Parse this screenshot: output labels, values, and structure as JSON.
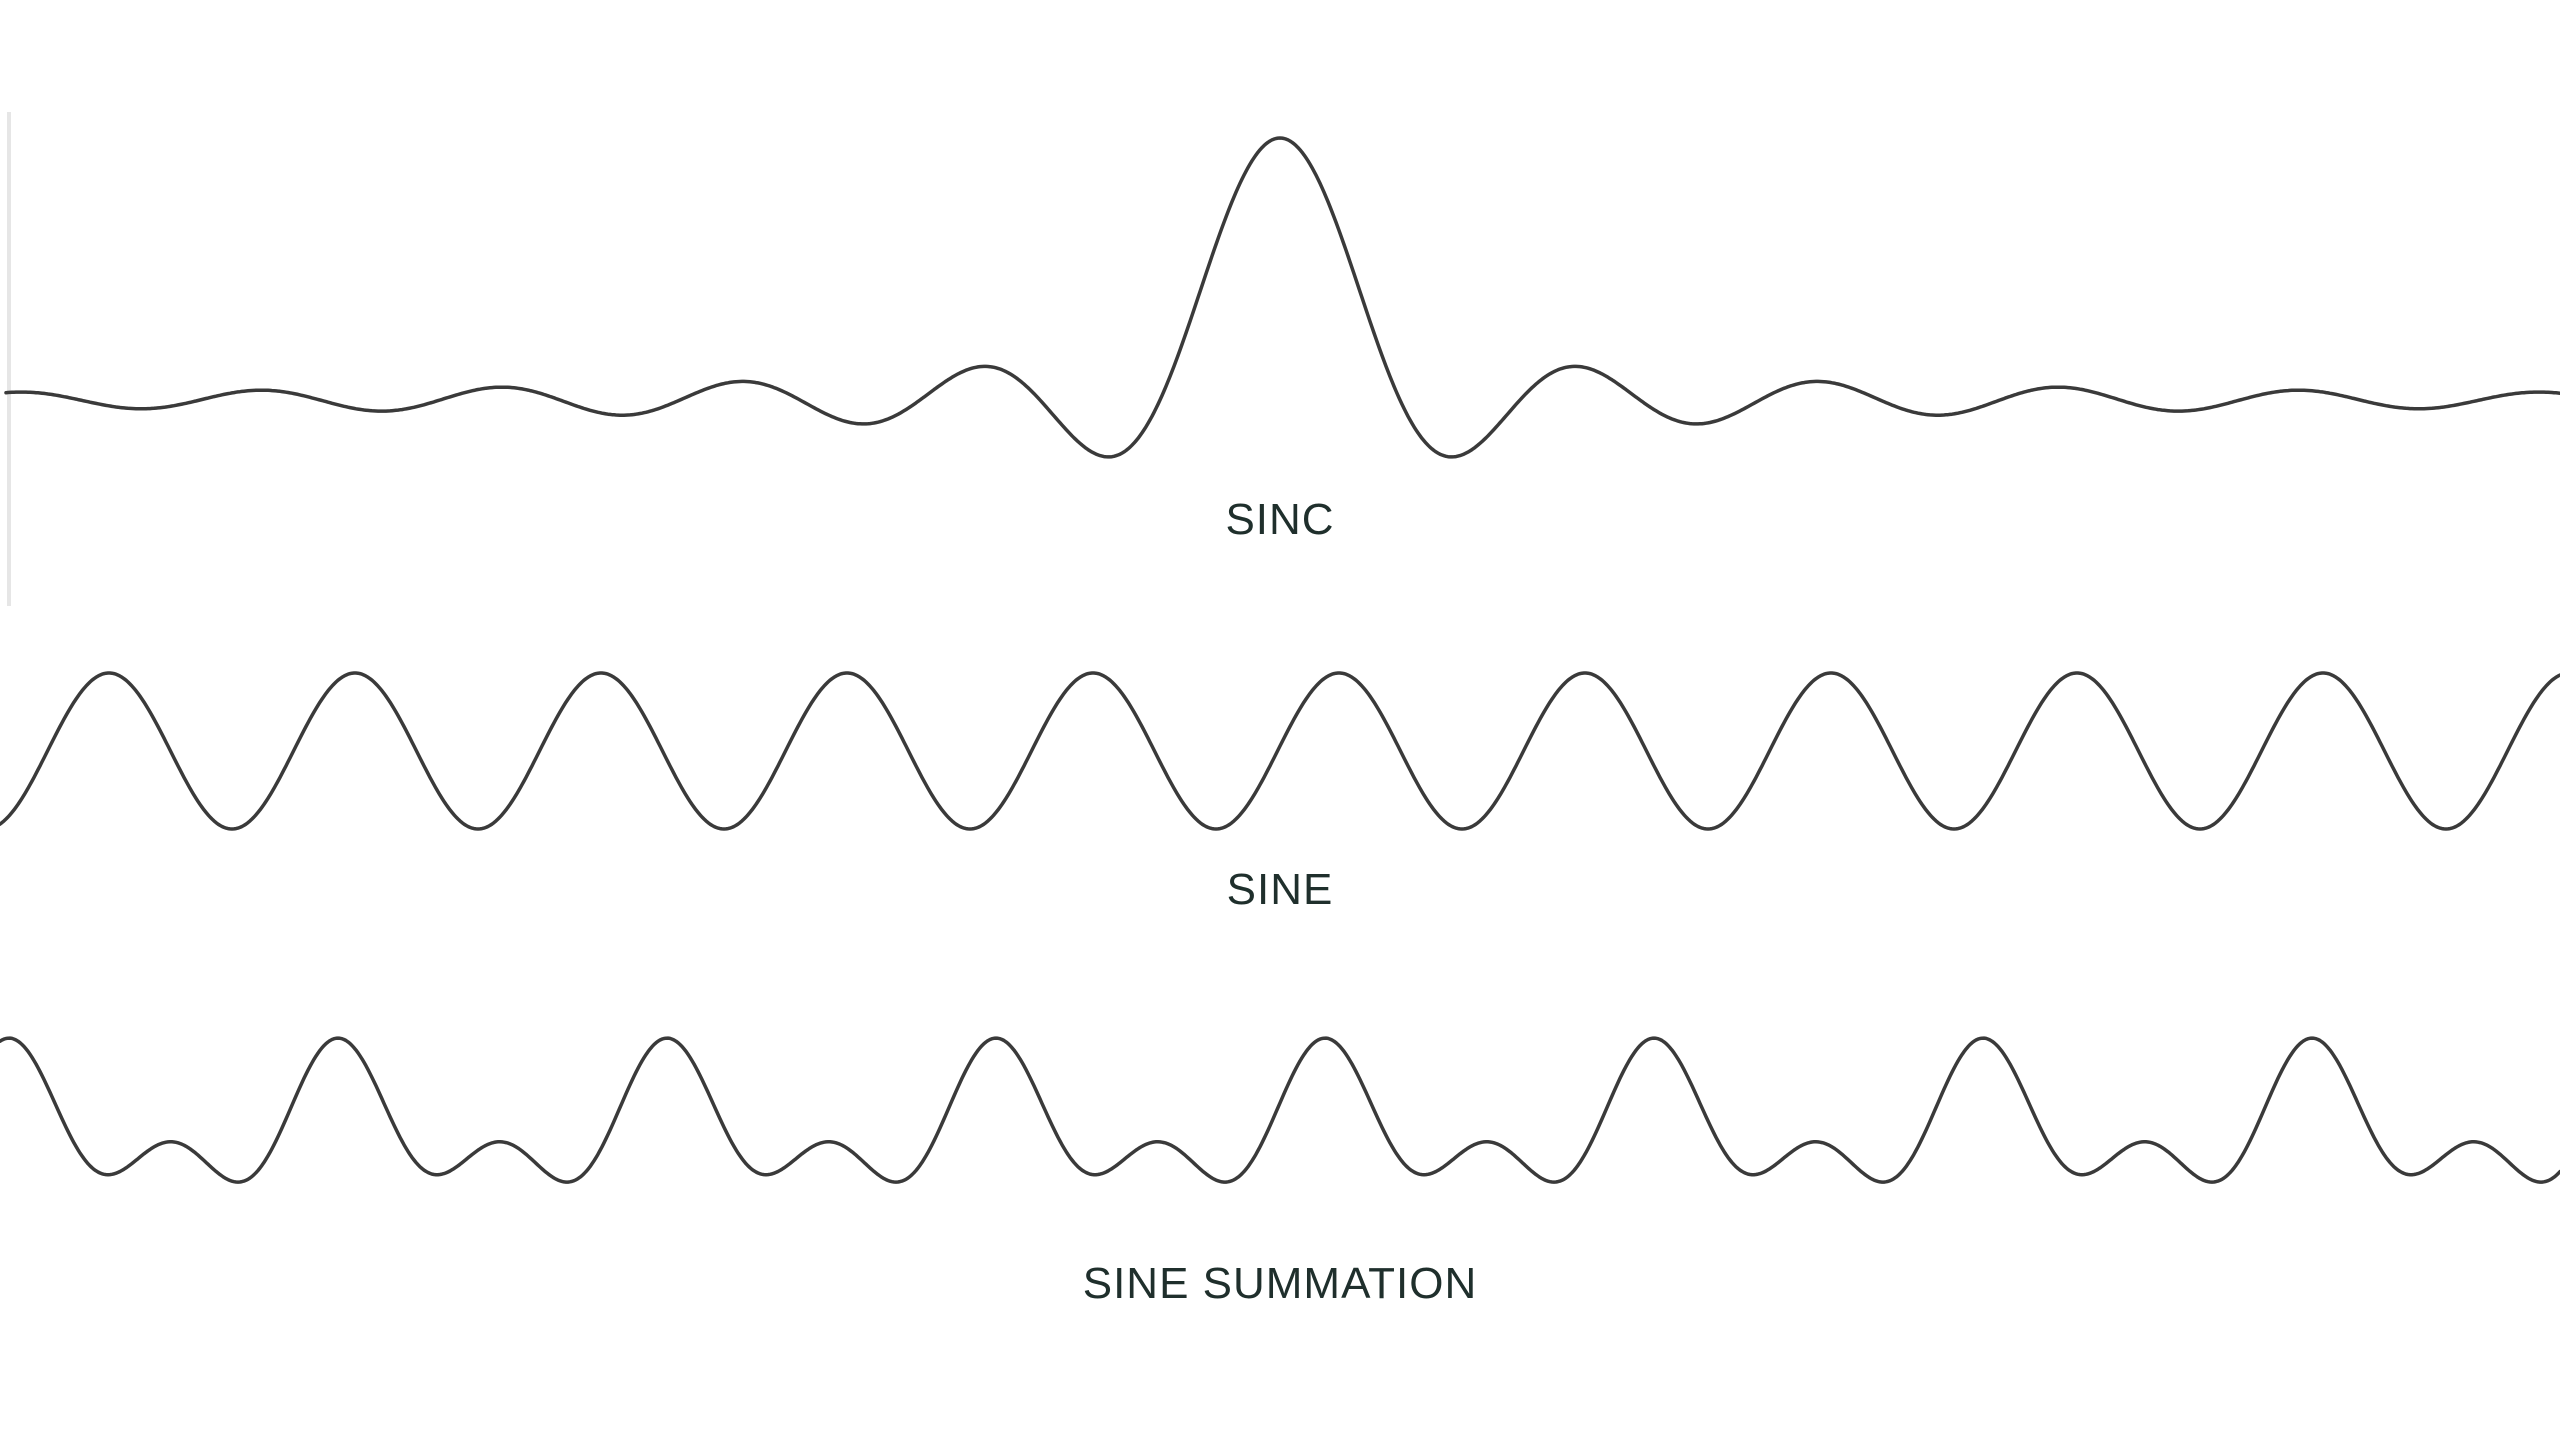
{
  "colors": {
    "background": "#ffffff",
    "stroke": "#3a3a3a",
    "label": "#1f2f2c",
    "edge": "#e6e6e6"
  },
  "waves": [
    {
      "id": "sinc",
      "label": "SINC",
      "function": "sinc"
    },
    {
      "id": "sine",
      "label": "SINE",
      "function": "sine"
    },
    {
      "id": "sum",
      "label": "SINE SUMMATION",
      "function": "sine-sum"
    }
  ]
}
